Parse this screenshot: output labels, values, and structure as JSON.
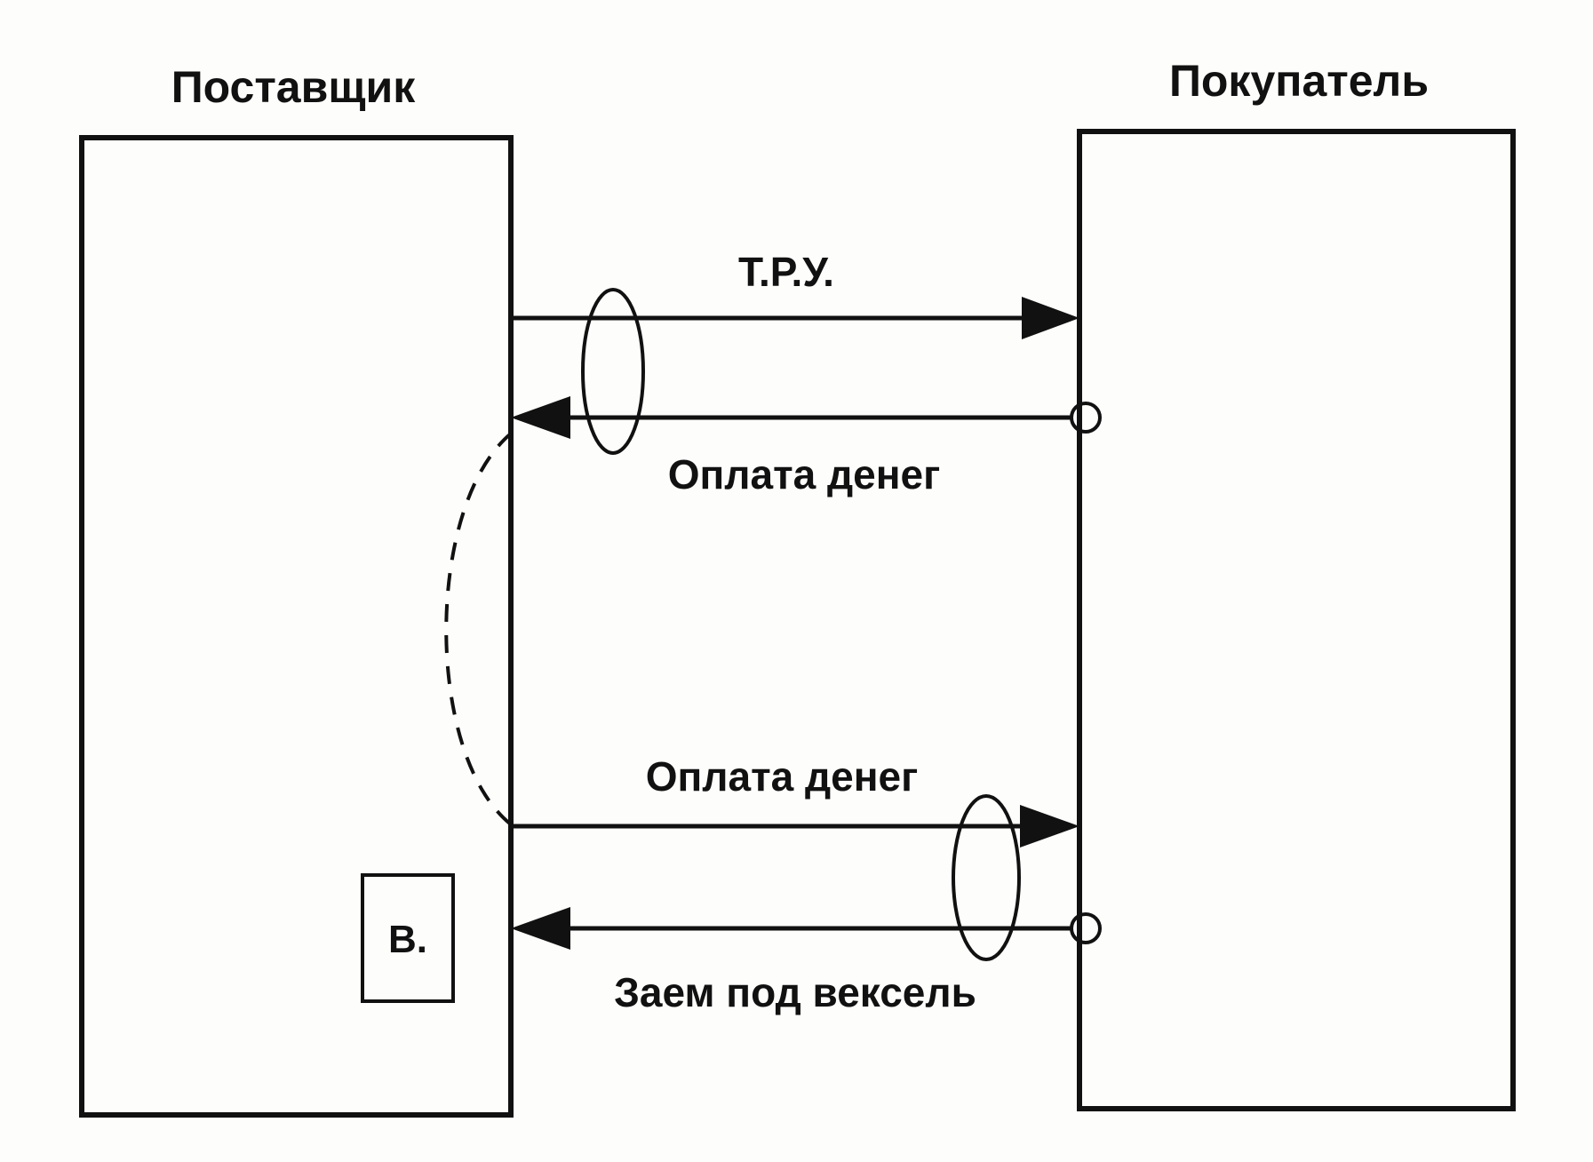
{
  "diagram": {
    "title_left": "Поставщик",
    "title_right": "Покупатель",
    "arrows": {
      "goods_label": "Т.Р.У.",
      "payment_top_label": "Оплата денег",
      "payment_bottom_label": "Оплата денег",
      "loan_label": "Заем под вексель"
    },
    "veksel_label": "В.",
    "colors": {
      "ink": "#111111",
      "paper": "#fdfdfb"
    }
  }
}
